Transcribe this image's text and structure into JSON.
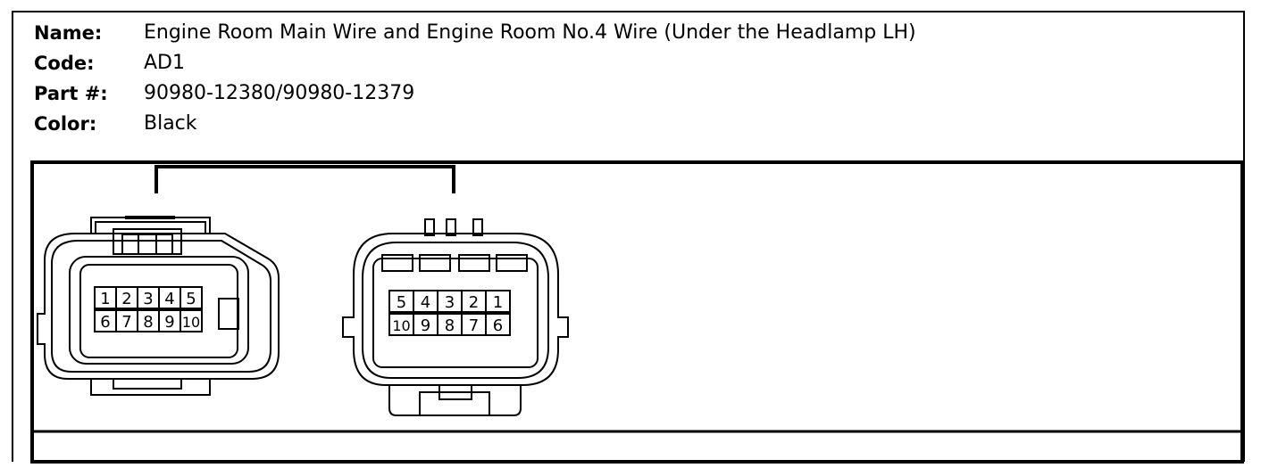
{
  "info": {
    "name_label": "Name:",
    "name_value": "Engine Room Main Wire and Engine Room No.4 Wire (Under the Headlamp LH)",
    "code_label": "Code:",
    "code_value": "AD1",
    "part_label": "Part #:",
    "part_value": "90980-12380/90980-12379",
    "color_label": "Color:",
    "color_value": "Black"
  },
  "connectors": {
    "left": {
      "pins_top": [
        "1",
        "2",
        "3",
        "4",
        "5"
      ],
      "pins_bottom": [
        "6",
        "7",
        "8",
        "9",
        "10"
      ]
    },
    "right": {
      "pins_top": [
        "5",
        "4",
        "3",
        "2",
        "1"
      ],
      "pins_bottom": [
        "10",
        "9",
        "8",
        "7",
        "6"
      ]
    }
  }
}
